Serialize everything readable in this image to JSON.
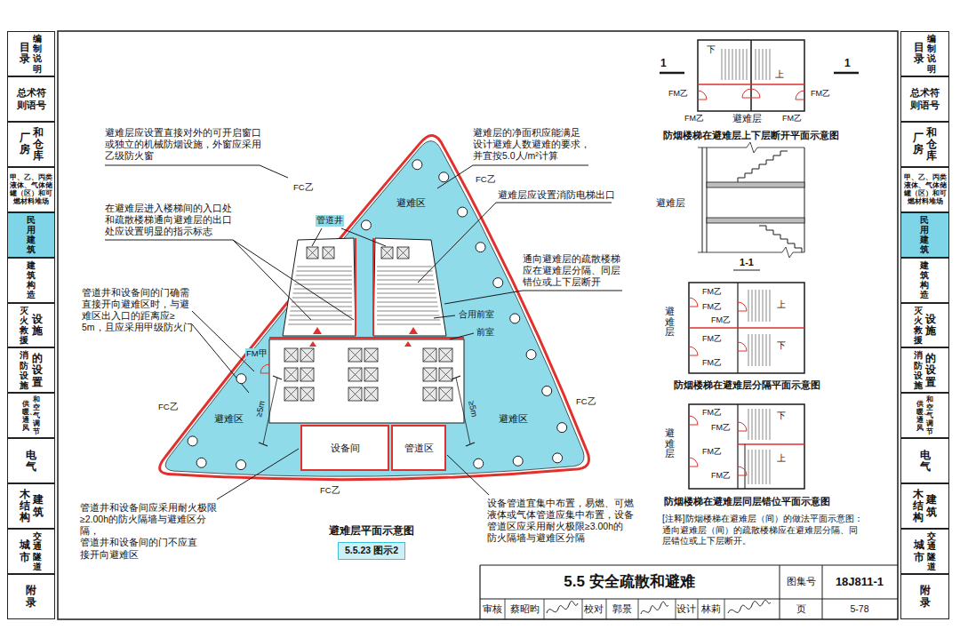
{
  "diagram": {
    "title": "5.5 安全疏散和避难",
    "nodes": [
      {
        "text": [
          "目录",
          "编制说明"
        ]
      },
      {
        "text": [
          "总术符 则语号"
        ]
      },
      {
        "text": [
          "厂房",
          "和仓库"
        ]
      },
      {
        "text": [
          "甲、乙、丙类液体、气体储罐（区）和可燃材料堆场"
        ]
      },
      {
        "text": [
          "民用建筑"
        ]
      },
      {
        "text": [
          "建筑构造"
        ]
      },
      {
        "text": [
          "灭火救援",
          "设施"
        ]
      },
      {
        "text": [
          "消防设施",
          "的设置"
        ]
      },
      {
        "text": [
          "供暖、通风",
          "和空气调节"
        ]
      },
      {
        "text": [
          "电气"
        ]
      },
      {
        "text": [
          "木结构",
          "建筑"
        ]
      },
      {
        "text": [
          "城市",
          "交通隧道"
        ]
      },
      {
        "text": [
          "附录"
        ]
      },
      {
        "text": [
          "设备间"
        ]
      },
      {
        "text": [
          "管道区"
        ]
      },
      {
        "text": [
          "5.5.23 图示2"
        ]
      },
      {
        "text": [
          "目录",
          "编制说明"
        ]
      },
      {
        "text": [
          "总术符 则语号"
        ]
      },
      {
        "text": [
          "厂房",
          "和仓库"
        ]
      },
      {
        "text": [
          "甲、乙、丙类液体、气体储罐（区）和可燃材料堆场"
        ]
      },
      {
        "text": [
          "民用建筑"
        ]
      },
      {
        "text": [
          "建筑构造"
        ]
      },
      {
        "text": [
          "灭火救援",
          "设施"
        ]
      },
      {
        "text": [
          "消防设施",
          "的设置"
        ]
      },
      {
        "text": [
          "供暖、通风",
          "和空气调节"
        ]
      },
      {
        "text": [
          "电气"
        ]
      },
      {
        "text": [
          "木结构",
          "建筑"
        ]
      },
      {
        "text": [
          "城市",
          "交通隧道"
        ]
      },
      {
        "text": [
          "附录"
        ]
      }
    ],
    "labels": [
      "避难层应设置直接对外的可开启窗口 或独立的机械防烟设施，外窗应采用 乙级防火窗",
      "避难层的净面积应能满足 设计避难人数避难的要求， 并宜按5.0人/m²计算",
      "FC乙",
      "FC乙",
      "在避难层进入楼梯间的入口处 和疏散楼梯通向避难层的出口 处应设置明显的指示标志",
      "避难区",
      "避难层应设置消防电梯出口",
      "管道井",
      "通向避难层的疏散楼梯 应在避难层分隔、同层 错位或上下层断开",
      "管道井和设备间的门确需 直接开向避难区时，与避 难区出入口的距离应≥ 5m，且应采用甲级防火门",
      "合用前室",
      "前室",
      "FM甲",
      "FC乙",
      "FC乙",
      "≥5m",
      "≥5m",
      "避难区",
      "避难区",
      "FC乙",
      "管道井和设备间应采用耐火极限 ≥2.00h的防火隔墙与避难区分 隔，管道井和设备间的门不应直 接开向避难区",
      "设备管道宜集中布置，易燃、可燃 液体或气体管道应集中布置，设备 管道区应采用耐火极限≥3.00h的 防火隔墙与避难区分隔",
      "避难层平面示意图",
      "1",
      "1",
      "下",
      "上",
      "FM乙",
      "FM乙",
      "FM乙",
      "FM乙",
      "避难层",
      "防烟楼梯在避难层上下层断开平面示意图",
      "避难层",
      "1-1",
      "避难层",
      "FM乙",
      "FM乙",
      "FM乙",
      "上",
      "FM乙",
      "下",
      "FM乙",
      "防烟楼梯在避难层分隔平面示意图",
      "避难层",
      "FM乙",
      "下",
      "FM乙",
      "FM乙",
      "上",
      "FM乙",
      "防烟楼梯在避难层同层错位平面示意图",
      "[注释]防烟楼梯在避难层（间）的做法平面示意图： 通向避难层（间）的疏散楼梯应在避难层分隔、同 层错位或上下层断开。",
      "图集号",
      "18J811-1",
      "审核",
      "蔡昭昀",
      "校对",
      "郭景",
      "设计",
      "林莉",
      "页",
      "5-78"
    ]
  }
}
